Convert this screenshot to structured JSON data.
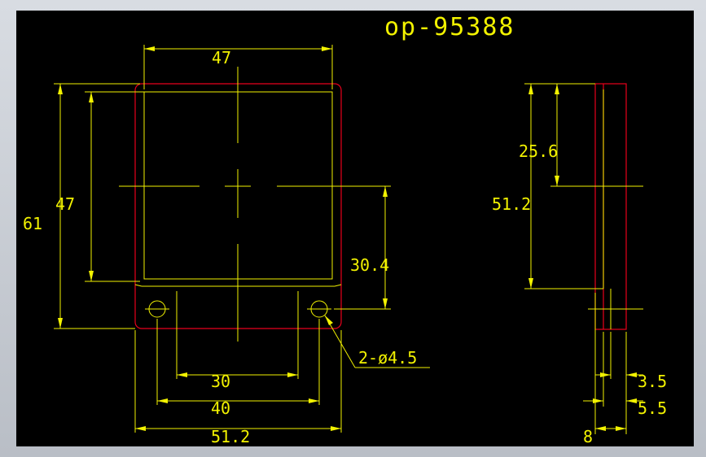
{
  "title": "op-95388",
  "labels": {
    "top_width": "47",
    "inner_height": "47",
    "total_height": "61",
    "hole_offset": "30.4",
    "hole_spacing_inner": "30",
    "hole_spacing": "40",
    "bottom_width": "51.2",
    "holes": "2-ø4.5",
    "side_upper": "25.6",
    "side_height": "51.2",
    "side_35": "3.5",
    "side_55": "5.5",
    "side_8": "8"
  },
  "colors": {
    "background": "#000000",
    "dimension": "#f2f200",
    "outline": "#e8001c"
  }
}
